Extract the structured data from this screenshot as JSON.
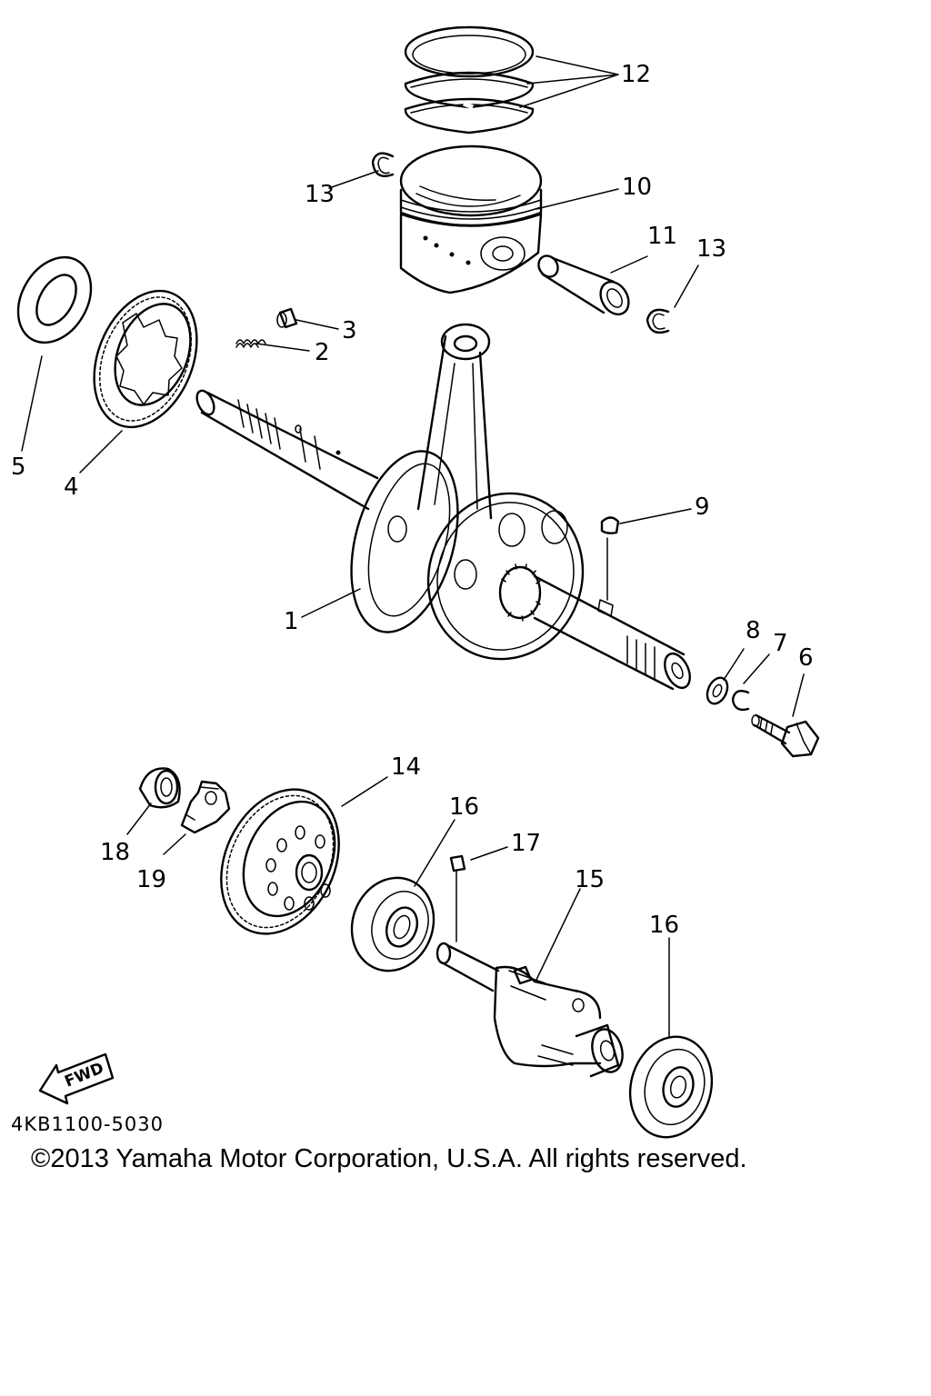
{
  "diagram": {
    "code": "4KB1100-5030",
    "copyright": "©2013 Yamaha Motor Corporation, U.S.A. All rights reserved.",
    "fwd_label": "FWD",
    "callouts": [
      {
        "key": "c1",
        "text": "1"
      },
      {
        "key": "c2",
        "text": "2"
      },
      {
        "key": "c3",
        "text": "3"
      },
      {
        "key": "c4",
        "text": "4"
      },
      {
        "key": "c5",
        "text": "5"
      },
      {
        "key": "c6",
        "text": "6"
      },
      {
        "key": "c7",
        "text": "7"
      },
      {
        "key": "c8",
        "text": "8"
      },
      {
        "key": "c9",
        "text": "9"
      },
      {
        "key": "c10",
        "text": "10"
      },
      {
        "key": "c11",
        "text": "11"
      },
      {
        "key": "c12",
        "text": "12"
      },
      {
        "key": "c13a",
        "text": "13"
      },
      {
        "key": "c13b",
        "text": "13"
      },
      {
        "key": "c14",
        "text": "14"
      },
      {
        "key": "c15",
        "text": "15"
      },
      {
        "key": "c16a",
        "text": "16"
      },
      {
        "key": "c16b",
        "text": "16"
      },
      {
        "key": "c17",
        "text": "17"
      },
      {
        "key": "c18",
        "text": "18"
      },
      {
        "key": "c19",
        "text": "19"
      }
    ]
  }
}
